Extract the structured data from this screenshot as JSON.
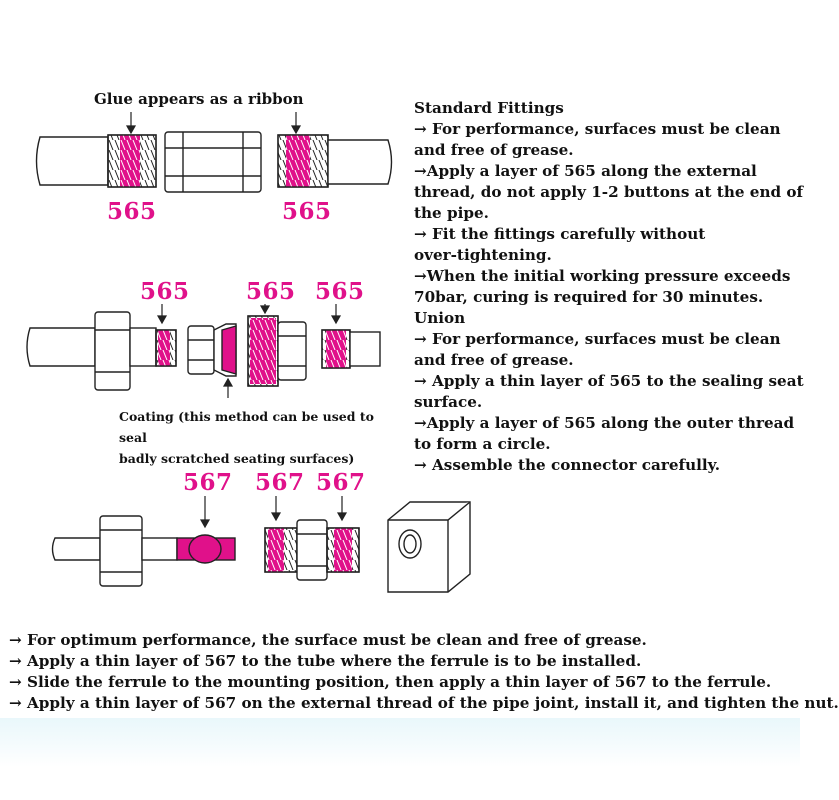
{
  "captions": {
    "ribbon": "Glue appears as a ribbon",
    "coating_line1": "Coating (this method can be used to seal",
    "coating_line2": "badly scratched seating surfaces)"
  },
  "labels": {
    "row1_left": "565",
    "row1_right": "565",
    "row2_a": "565",
    "row2_b": "565",
    "row2_c": "565",
    "row3_a": "567",
    "row3_b": "567",
    "row3_c": "567"
  },
  "instructions_right": [
    "Standard Fittings",
    "→ For performance, surfaces must be clean",
    "and free of grease.",
    "→Apply a layer of 565 along the external",
    "thread, do not apply 1-2 buttons at the end of",
    "the pipe.",
    "→ Fit the fittings carefully without",
    "over-tightening.",
    "→When the initial working pressure exceeds",
    "70bar, curing is required for 30 minutes.",
    "Union",
    "→ For performance, surfaces must be clean",
    "and free of grease.",
    "→ Apply a thin layer of 565 to the sealing seat",
    "surface.",
    "→Apply a layer of 565 along the outer thread",
    "to form a circle.",
    "→ Assemble the connector carefully."
  ],
  "instructions_bottom": [
    "→ For optimum performance, the surface must be clean and free of grease.",
    "→ Apply a thin layer of 567 to the tube where the ferrule is to be installed.",
    "→ Slide the ferrule to the mounting position, then apply a thin layer of 567 to the ferrule.",
    "→ Apply a thin layer of 567 on the external thread of the pipe joint, install it, and tighten the nut."
  ],
  "colors": {
    "glue": "#e0118a",
    "outline": "#222222",
    "fill": "#ffffff"
  }
}
